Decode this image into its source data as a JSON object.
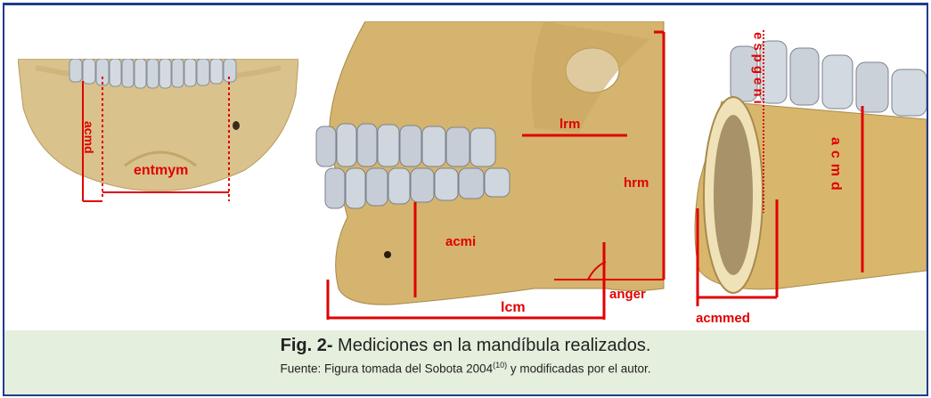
{
  "figure": {
    "labels": {
      "left": {
        "width": "entmym",
        "height": "acmd"
      },
      "middle": {
        "ramus_width": "lrm",
        "ramus_height": "hrm",
        "body_height": "acmi",
        "length": "lcm",
        "angle": "anger"
      },
      "right": {
        "symphysis": "espgeni",
        "height": "acmd",
        "width": "acmmed"
      }
    },
    "colors": {
      "measure_line": "#e00000",
      "border": "#1f3c8c",
      "caption_bg": "#e5efdd"
    }
  },
  "caption": {
    "fig_label": "Fig. 2-",
    "title": " Mediciones en la mandíbula realizados.",
    "source_text": "Fuente: Figura tomada del Sobota 2004",
    "source_ref": "(10)",
    "source_suffix": " y modificadas por el autor."
  }
}
